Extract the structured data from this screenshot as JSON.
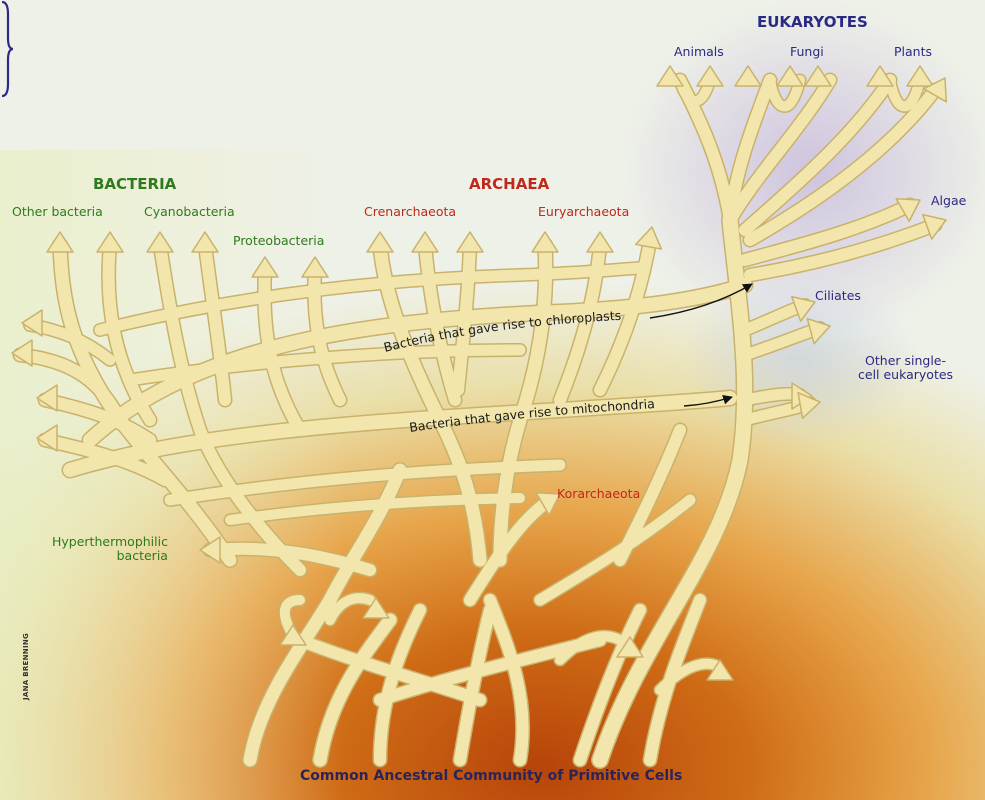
{
  "domains": {
    "eukaryotes": "EUKARYOTES",
    "bacteria": "BACTERIA",
    "archaea": "ARCHAEA"
  },
  "groups": {
    "animals": "Animals",
    "fungi": "Fungi",
    "plants": "Plants",
    "algae": "Algae",
    "ciliates": "Ciliates",
    "other_single_cell": "Other single-\ncell eukaryotes",
    "other_bacteria": "Other bacteria",
    "cyanobacteria": "Cyanobacteria",
    "proteobacteria": "Proteobacteria",
    "crenarchaeota": "Crenarchaeota",
    "euryarchaeota": "Euryarchaeota",
    "korarchaeota": "Korarchaeota",
    "hyperthermophilic": "Hyperthermophilic\nbacteria"
  },
  "transfers": {
    "chloroplasts": "Bacteria that gave rise to chloroplasts",
    "mitochondria": "Bacteria that gave rise to mitochondria"
  },
  "footer": "Common Ancestral Community of Primitive Cells",
  "credit": "JANA BRENNING",
  "colors": {
    "branch": "#f2e6ac",
    "branch_edge": "#c9b26c",
    "bacteria_label": "#2e7a1c",
    "archaea_label": "#c0281c",
    "eukaryote_label": "#2a2a84",
    "korarchaeota_label": "#c0281c",
    "background_top": "#f3f5f2",
    "background_bottom": "#c9760c"
  }
}
